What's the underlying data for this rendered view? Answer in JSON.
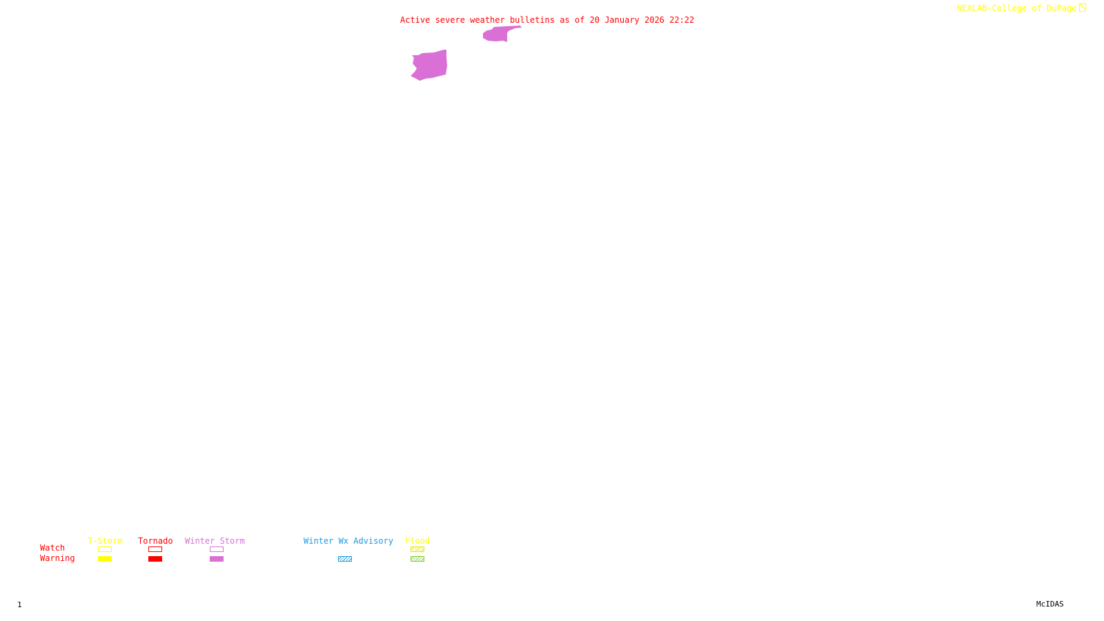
{
  "header": {
    "title": "Active severe weather bulletins as of 20 January 2026 22:22",
    "credit": "NEXLAB-College of DuPage",
    "credit_icon": "nexlab-logo-icon"
  },
  "map": {
    "highlighted_regions": [
      {
        "type": "Winter Storm Warning",
        "color": "#da70d6"
      },
      {
        "type": "Winter Storm Warning",
        "color": "#da70d6"
      }
    ]
  },
  "legend": {
    "row_labels": {
      "watch": "Watch",
      "warning": "Warning"
    },
    "categories": [
      {
        "label": "T-Storm",
        "color": "#ffff00",
        "watch": "outline",
        "warning": "solid"
      },
      {
        "label": "Tornado",
        "color": "#ff0000",
        "watch": "outline",
        "warning": "solid"
      },
      {
        "label": "Winter Storm",
        "color": "#da70d6",
        "watch": "outline",
        "warning": "solid"
      },
      {
        "label": "Winter Wx Advisory",
        "color": "#1e9be0",
        "watch": "none",
        "warning": "hatched"
      },
      {
        "label": "Flood",
        "color": "#ffff00",
        "watch": "hatched",
        "warning": "hatched",
        "warning_color": "#7ccc2c"
      }
    ]
  },
  "footer": {
    "frame_number": "1",
    "software": "McIDAS"
  }
}
